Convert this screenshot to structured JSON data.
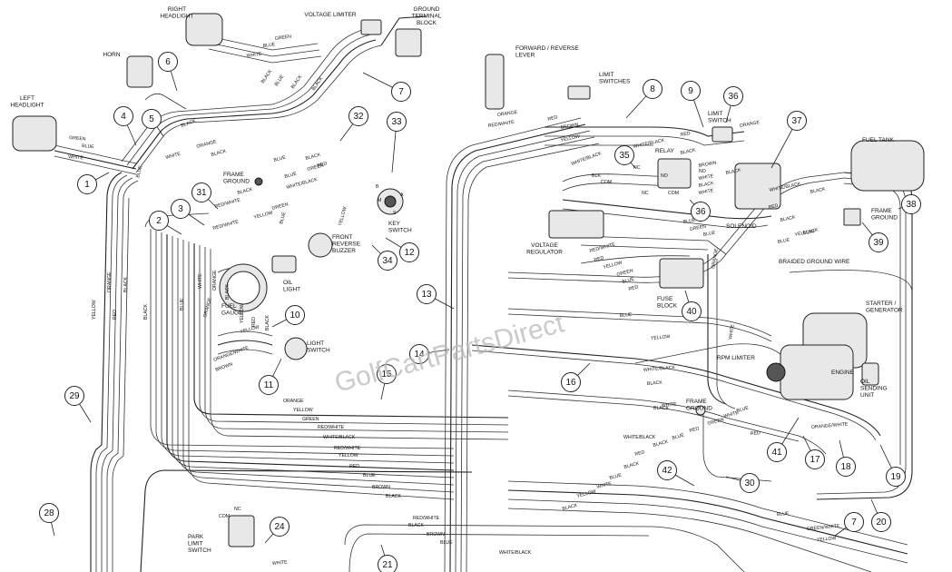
{
  "watermark": "GolfCartPartsDirect",
  "components": [
    {
      "key": "right_headlight",
      "lines": [
        "RIGHT",
        "HEADLIGHT"
      ]
    },
    {
      "key": "voltage_limiter",
      "lines": [
        "VOLTAGE LIMITER"
      ]
    },
    {
      "key": "ground_terminal_block",
      "lines": [
        "GROUND",
        "TERMINAL",
        "BLOCK"
      ]
    },
    {
      "key": "horn",
      "lines": [
        "HORN"
      ]
    },
    {
      "key": "left_headlight",
      "lines": [
        "LEFT",
        "HEADLIGHT"
      ]
    },
    {
      "key": "forward_reverse_lever",
      "lines": [
        "FORWARD / REVERSE",
        "LEVER"
      ]
    },
    {
      "key": "limit_switches",
      "lines": [
        "LIMIT",
        "SWITCHES"
      ]
    },
    {
      "key": "limit_switch",
      "lines": [
        "LIMIT",
        "SWITCH"
      ]
    },
    {
      "key": "relay",
      "lines": [
        "RELAY"
      ]
    },
    {
      "key": "fuel_tank",
      "lines": [
        "FUEL TANK"
      ]
    },
    {
      "key": "frame_ground_top",
      "lines": [
        "FRAME",
        "GROUND"
      ]
    },
    {
      "key": "frame_ground_right",
      "lines": [
        "FRAME",
        "GROUND"
      ]
    },
    {
      "key": "solenoid",
      "lines": [
        "SOLENOID"
      ]
    },
    {
      "key": "key_switch",
      "lines": [
        "KEY",
        "SWITCH"
      ]
    },
    {
      "key": "front_reverse_buzzer",
      "lines": [
        "FRONT",
        "REVERSE",
        "BUZZER"
      ]
    },
    {
      "key": "oil_light",
      "lines": [
        "OIL",
        "LIGHT"
      ]
    },
    {
      "key": "fuel_gauge",
      "lines": [
        "FUEL",
        "GAUGE"
      ]
    },
    {
      "key": "light_switch",
      "lines": [
        "LIGHT",
        "SWITCH"
      ]
    },
    {
      "key": "voltage_regulator",
      "lines": [
        "VOLTAGE",
        "REGULATOR"
      ]
    },
    {
      "key": "fuse_block",
      "lines": [
        "FUSE",
        "BLOCK"
      ]
    },
    {
      "key": "starter_generator",
      "lines": [
        "STARTER /",
        "GENERATOR"
      ]
    },
    {
      "key": "rpm_limiter",
      "lines": [
        "RPM LIMITER"
      ]
    },
    {
      "key": "engine",
      "lines": [
        "ENGINE"
      ]
    },
    {
      "key": "oil_sending_unit",
      "lines": [
        "OIL",
        "SENDING",
        "UNIT"
      ]
    },
    {
      "key": "frame_ground_bottom",
      "lines": [
        "FRAME",
        "GROUND"
      ]
    },
    {
      "key": "park_limit_switch",
      "lines": [
        "PARK",
        "LIMIT",
        "SWITCH"
      ]
    },
    {
      "key": "braided_ground_wire",
      "lines": [
        "BRAIDED GROUND WIRE"
      ]
    }
  ],
  "terminal_labels": [
    "NC",
    "NO",
    "COM",
    "NC",
    "COM",
    "NO",
    "COM",
    "NC",
    "B",
    "M",
    "A",
    "S",
    "BLK"
  ],
  "wire_labels": [
    "GREEN",
    "BLUE",
    "WHITE",
    "BLACK",
    "BLUE",
    "BLACK",
    "BLACK",
    "GREEN",
    "BLUE",
    "WHITE",
    "BLACK",
    "ORANGE",
    "BLACK",
    "BLUE",
    "WHITE",
    "BLUE",
    "BLACK",
    "RED",
    "BLUE",
    "GREEN",
    "WHITE/BLACK",
    "RED/WHITE",
    "BLACK",
    "YELLOW",
    "GREEN",
    "BLUE",
    "YELLOW",
    "RED/WHITE",
    "ORANGE",
    "YELLOW",
    "ORANGE/WHITE",
    "BROWN",
    "ORANGE",
    "YELLOW",
    "GREEN",
    "RED/WHITE",
    "WHITE/BLACK",
    "RED/WHITE",
    "YELLOW",
    "RED",
    "BLUE",
    "BROWN",
    "BLACK",
    "WHITE/BLACK",
    "BLACK",
    "ORANGE",
    "RED/WHITE",
    "RED",
    "BROWN",
    "WHITE/BLACK",
    "RED",
    "ORANGE",
    "BROWN",
    "WHITE",
    "BLACK",
    "WHITE",
    "BLUE",
    "GREEN",
    "BLUE",
    "BLUE",
    "YELLOW",
    "RED/WHITE",
    "RED",
    "YELLOW",
    "GREEN",
    "BLUE",
    "RED",
    "ORANGE",
    "BLUE",
    "YELLOW",
    "WHITE/BLACK",
    "BLACK",
    "WHITE",
    "YELLOW",
    "WHITE/BLACK",
    "BLACK",
    "BLACK",
    "WHITE/BLACK",
    "BLACK",
    "RED",
    "BLACK",
    "BLACK",
    "WHITE",
    "RED",
    "ORANGE/WHITE",
    "BLUE",
    "GREEN/WHITE",
    "YELLOW",
    "WHITE",
    "RED/WHITE",
    "BLACK",
    "BROWN",
    "BLUE",
    "WHITE/BLACK",
    "BLACK",
    "YELLOW",
    "WHITE",
    "BLUE",
    "BLACK",
    "RED",
    "BLACK",
    "BLUE",
    "RED",
    "GREEN",
    "WHITE",
    "BLUE",
    "YELLOW",
    "ORANGE",
    "BLACK",
    "BLACK",
    "BLUE",
    "RED",
    "WHITE",
    "ORANGE",
    "BLACK",
    "YELLOW",
    "RED",
    "BLACK"
  ],
  "callouts": [
    "1",
    "2",
    "3",
    "4",
    "5",
    "6",
    "7",
    "8",
    "9",
    "10",
    "11",
    "12",
    "13",
    "14",
    "15",
    "16",
    "17",
    "18",
    "19",
    "20",
    "21",
    "24",
    "28",
    "29",
    "30",
    "31",
    "32",
    "33",
    "34",
    "35",
    "36",
    "36",
    "37",
    "38",
    "39",
    "40",
    "41",
    "42",
    "7"
  ]
}
